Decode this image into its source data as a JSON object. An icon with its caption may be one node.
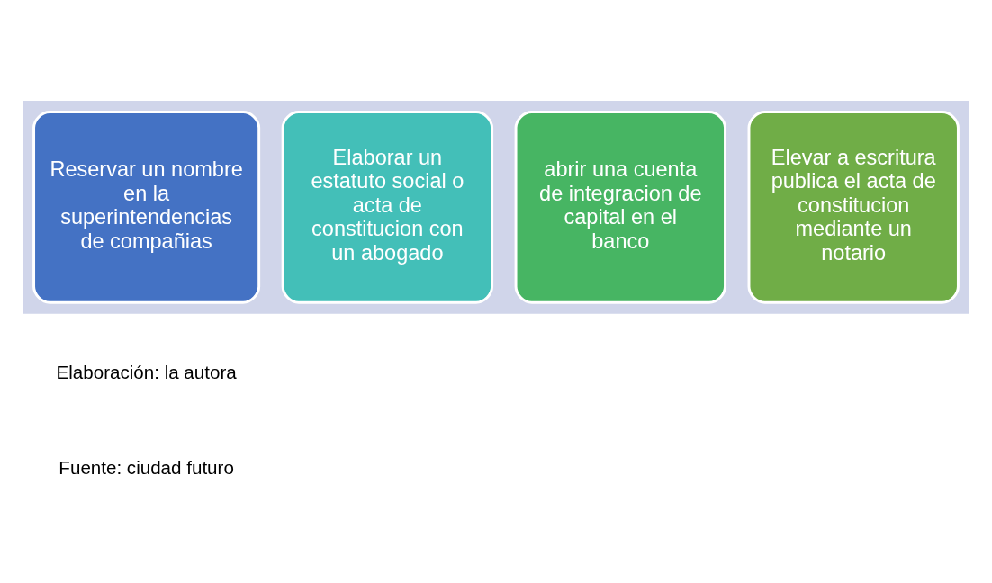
{
  "diagram": {
    "nodes": [
      {
        "text": [],
        "shape": "arrow"
      },
      {
        "text": [
          "Reservar un nombre en la superintendencias de compañias"
        ],
        "in": 0
      },
      {
        "text": [
          "Elaborar un estatuto social o acta de constitucion con un abogado"
        ],
        "in": 0
      },
      {
        "text": [
          "abrir una cuenta de integracion de capital en el banco"
        ],
        "in": 0
      },
      {
        "text": [
          "Elevar a escritura publica el acta de constitucion mediante un notario"
        ],
        "in": 0
      }
    ],
    "labels": [
      "Elaboración: la autora",
      "Fuente: ciudad futuro"
    ]
  }
}
